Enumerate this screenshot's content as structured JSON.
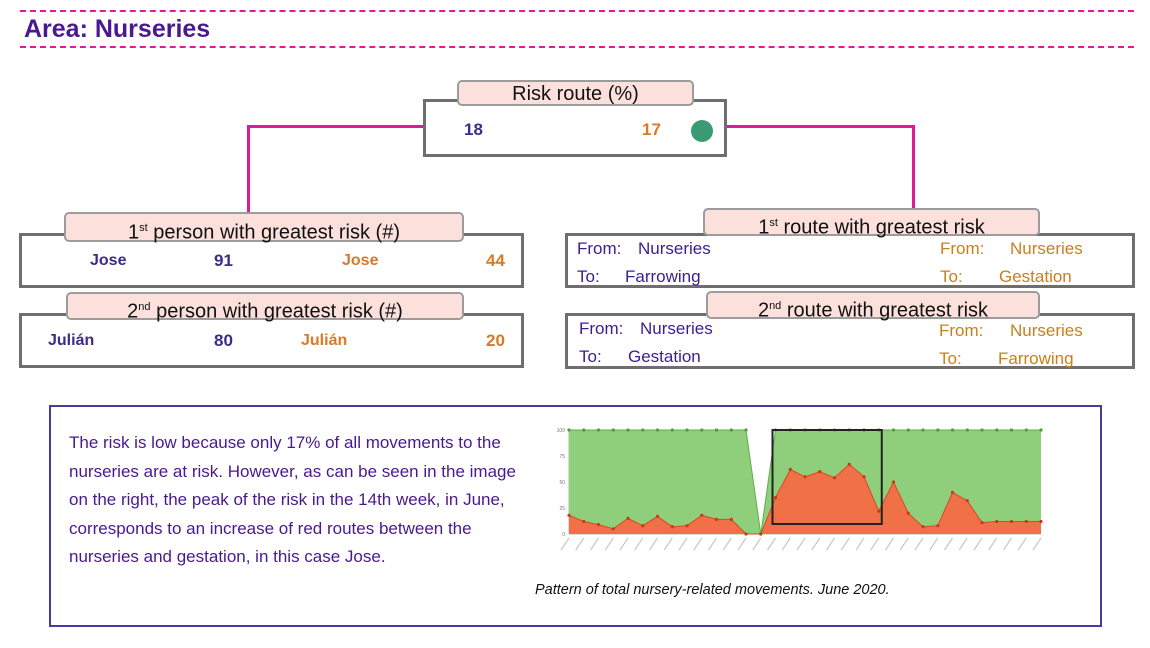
{
  "header": {
    "title": "Area: Nurseries"
  },
  "risk_route": {
    "label": "Risk route (%)",
    "value_purple": "18",
    "value_orange": "17",
    "status_color": "#3a9a72"
  },
  "person1": {
    "ordinal": "1",
    "sup": "st",
    "label": " person with greatest risk (#)",
    "name_purple": "Jose",
    "value_purple": "91",
    "name_orange": "Jose",
    "value_orange": "44"
  },
  "person2": {
    "ordinal": "2",
    "sup": "nd",
    "label": " person with greatest risk (#)",
    "name_purple": "Julián",
    "value_purple": "80",
    "name_orange": "Julián",
    "value_orange": "20"
  },
  "route1": {
    "ordinal": "1",
    "sup": "st",
    "label": " route with greatest risk",
    "left_from_label": "From:",
    "left_from": "Nurseries",
    "left_to_label": "To:",
    "left_to": "Farrowing",
    "right_from_label": "From:",
    "right_from": "Nurseries",
    "right_to_label": "To:",
    "right_to": "Gestation"
  },
  "route2": {
    "ordinal": "2",
    "sup": "nd",
    "label": " route with greatest risk",
    "left_from_label": "From:",
    "left_from": "Nurseries",
    "left_to_label": "To:",
    "left_to": "Gestation",
    "right_from_label": "From:",
    "right_from": "Nurseries",
    "right_to_label": "To:",
    "right_to": "Farrowing"
  },
  "description": "The risk is low because only 17% of all movements to the nurseries are at risk. However, as can be seen in the image on the right, the peak of the risk in the 14th week, in June, corresponds to an increase of red routes between the nurseries and gestation, in this case Jose.",
  "caption": "Pattern of total nursery-related movements. June 2020.",
  "chart_data": {
    "type": "area",
    "ylim": [
      0,
      100
    ],
    "y_ticks": [
      "100",
      "75",
      "50",
      "25",
      "0"
    ],
    "series": [
      {
        "color": "#8fcf7c",
        "values": [
          100,
          100,
          100,
          100,
          100,
          100,
          100,
          100,
          100,
          100,
          100,
          100,
          100,
          0,
          100,
          100,
          100,
          100,
          100,
          100,
          100,
          100,
          100,
          100,
          100,
          100,
          100,
          100,
          100,
          100,
          100,
          100,
          100
        ]
      },
      {
        "color": "#f07048",
        "values": [
          18,
          12,
          9,
          5,
          15,
          8,
          17,
          7,
          8,
          18,
          14,
          14,
          0,
          0,
          35,
          62,
          55,
          60,
          54,
          67,
          55,
          22,
          50,
          20,
          7,
          8,
          40,
          32,
          11,
          12,
          12,
          12,
          12
        ]
      }
    ],
    "highlight_range": [
      14,
      21
    ]
  }
}
